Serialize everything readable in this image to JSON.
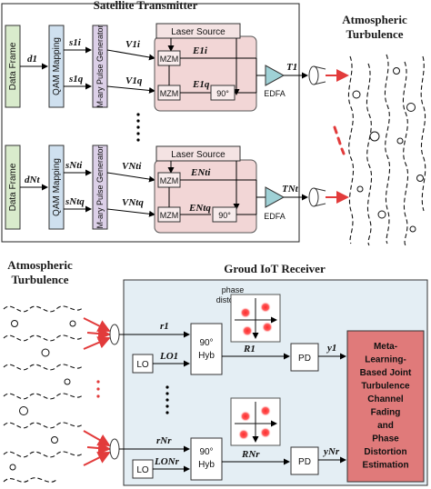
{
  "transmitter": {
    "title": "Satellite Transmitter",
    "top": {
      "data_frame": "Data Frame",
      "input_signal": "d1",
      "qam": "QAM Mapping",
      "s_i": "s1i",
      "s_q": "s1q",
      "pulse_gen": "M-ary Pulse Generator",
      "v_i": "V1i",
      "v_q": "V1q",
      "laser": "Laser Source",
      "mzm_i": "MZM",
      "mzm_q": "MZM",
      "e_i": "E1i",
      "e_q": "E1q",
      "phase": "90°",
      "t": "T1",
      "edfa": "EDFA"
    },
    "bottom": {
      "data_frame": "Data Frame",
      "input_signal": "dNt",
      "qam": "QAM Mapping",
      "s_i": "sNti",
      "s_q": "sNtq",
      "pulse_gen": "M-ary Pulse Generator",
      "v_i": "VNti",
      "v_q": "VNtq",
      "laser": "Laser Source",
      "mzm_i": "MZM",
      "mzm_q": "MZM",
      "e_i": "ENti",
      "e_q": "ENtq",
      "phase": "90°",
      "t": "TNt",
      "edfa": "EDFA"
    }
  },
  "turbulence_top": "Atmospheric Turbulence",
  "turbulence_left": "Atmospheric Turbulence",
  "receiver": {
    "title": "Groud IoT Receiver",
    "phase_distortion": "phase distortion",
    "top": {
      "r": "r1",
      "lo_label": "LO1",
      "lo_box": "LO",
      "hyb": "90° Hyb",
      "R": "R1",
      "pd": "PD",
      "y": "y1"
    },
    "bottom": {
      "r": "rNr",
      "lo_label": "LONr",
      "lo_box": "LO",
      "hyb": "90° Hyb",
      "R": "RNr",
      "pd": "PD",
      "y": "yNr"
    },
    "estimator": "Meta-Learning-Based Joint Turbulence Channel Fading and Phase Distortion Estimation"
  },
  "colors": {
    "data_frame": "#d9ebcc",
    "qam": "#cfe0ef",
    "pulse": "#dcd0e8",
    "modulator": "#f2d6d6",
    "receiver_bg": "#e4eef4",
    "estimator": "#e07a7a",
    "arrow_red": "#e23b3b",
    "edfa": "#9fd1d6"
  }
}
